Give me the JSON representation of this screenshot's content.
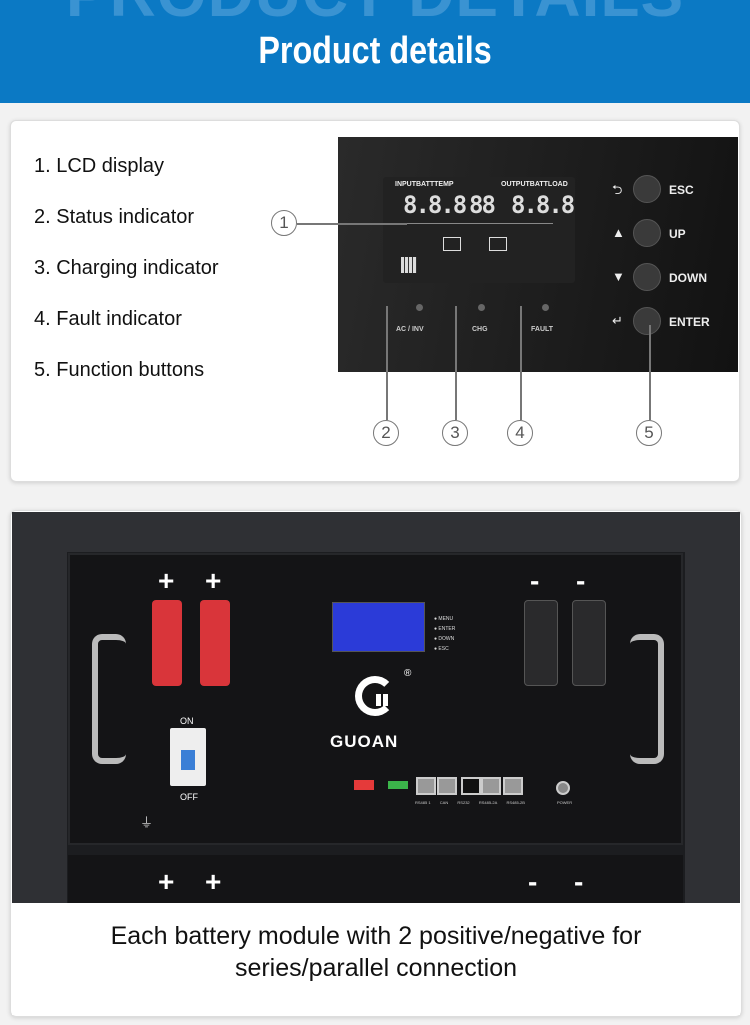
{
  "header": {
    "watermark": "PRODUCT DETAILS",
    "title": "Product details"
  },
  "features": [
    "1. LCD display",
    "2. Status indicator",
    "3. Charging indicator",
    "4. Fault indicator",
    "5. Function buttons"
  ],
  "panel": {
    "lcd": {
      "left_label": "INPUTBATTTEMP",
      "right_label": "OUTPUTBATTLOAD",
      "left_digits": "8.8.8",
      "mid_digits": "88",
      "right_digits": "8.8.8"
    },
    "leds": [
      "AC / INV",
      "CHG",
      "FAULT"
    ],
    "buttons": [
      {
        "label": "ESC",
        "icon": "return-icon"
      },
      {
        "label": "UP",
        "icon": "triangle-up-icon"
      },
      {
        "label": "DOWN",
        "icon": "triangle-down-icon"
      },
      {
        "label": "ENTER",
        "icon": "enter-icon"
      }
    ],
    "callouts": [
      "1",
      "2",
      "3",
      "4",
      "5"
    ]
  },
  "battery": {
    "positive": [
      "+",
      "+"
    ],
    "negative": [
      "-",
      "-"
    ],
    "breaker_on": "ON",
    "breaker_off": "OFF",
    "lcd_buttons": [
      "MENU",
      "ENTER",
      "DOWN",
      "ESC"
    ],
    "brand": "GUOAN",
    "registered": "®",
    "ports": [
      "RS485 1",
      "CAN",
      "RS232",
      "RS485-2A",
      "RS485-2B"
    ],
    "power_label": "POWER",
    "ground": "⏚"
  },
  "caption": {
    "line1": "Each battery module with 2 positive/negative for",
    "line2": "series/parallel connection"
  }
}
